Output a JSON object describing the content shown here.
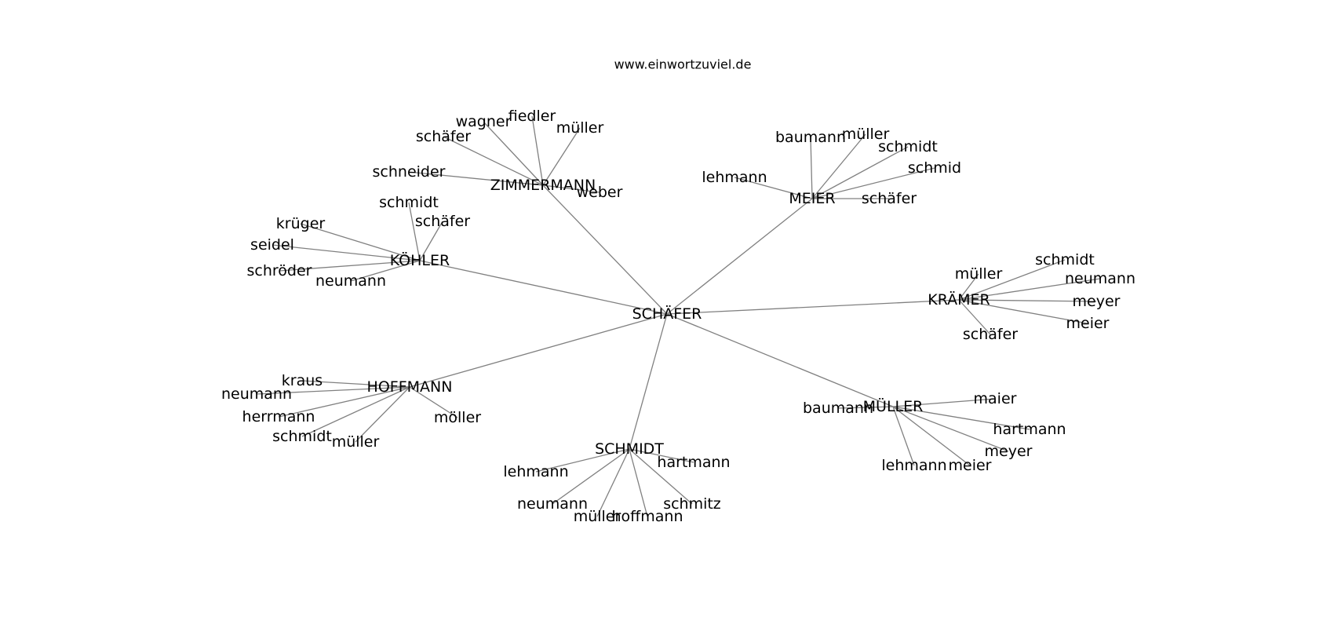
{
  "site": "www.einwortzuviel.de",
  "center": "SCHÄFER",
  "clusters": [
    {
      "hub": "ZIMMERMANN",
      "children": [
        "wagner",
        "fiedler",
        "müller",
        "schäfer",
        "schneider",
        "weber"
      ]
    },
    {
      "hub": "MEIER",
      "children": [
        "baumann",
        "müller",
        "schmidt",
        "schmid",
        "lehmann",
        "schäfer"
      ]
    },
    {
      "hub": "KÖHLER",
      "children": [
        "schmidt",
        "schäfer",
        "krüger",
        "seidel",
        "schröder",
        "neumann"
      ]
    },
    {
      "hub": "KRÄMER",
      "children": [
        "müller",
        "schmidt",
        "neumann",
        "meyer",
        "meier",
        "schäfer"
      ]
    },
    {
      "hub": "HOFFMANN",
      "children": [
        "kraus",
        "neumann",
        "herrmann",
        "schmidt",
        "müller",
        "möller"
      ]
    },
    {
      "hub": "MÜLLER",
      "children": [
        "baumann",
        "maier",
        "hartmann",
        "meyer",
        "meier",
        "lehmann"
      ]
    },
    {
      "hub": "SCHMIDT",
      "children": [
        "lehmann",
        "hartmann",
        "neumann",
        "müller",
        "hoffmann",
        "schmitz"
      ]
    }
  ]
}
